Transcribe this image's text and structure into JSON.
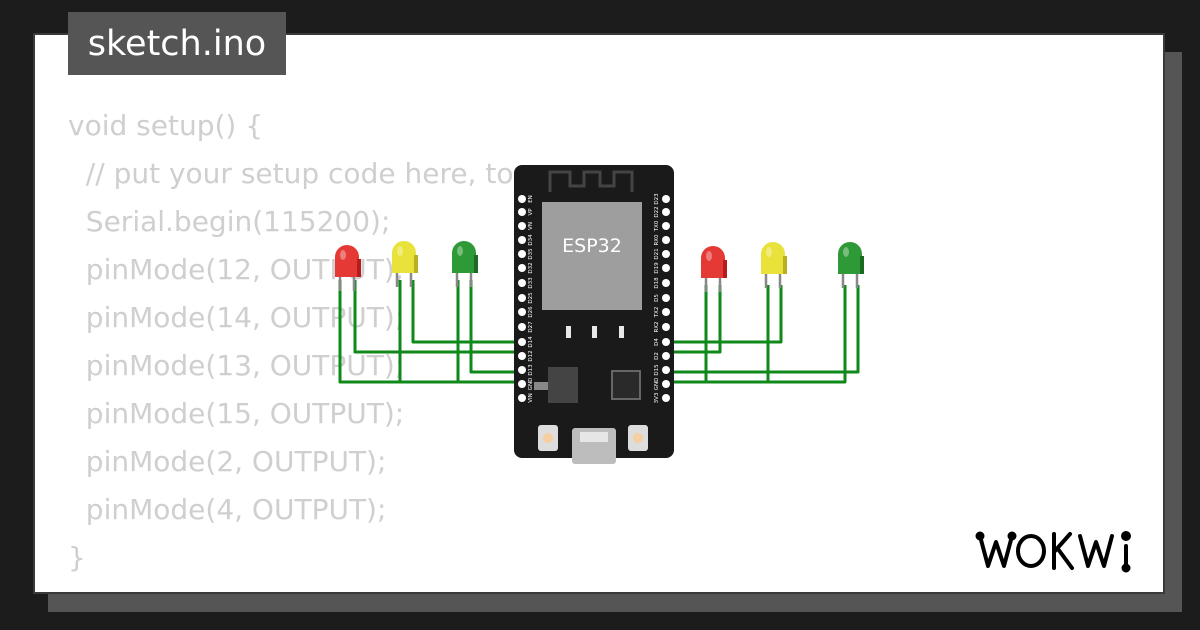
{
  "file": {
    "name": "sketch.ino"
  },
  "code": {
    "lines": [
      "void setup() {",
      "  // put your setup code here, to run once:",
      "  Serial.begin(115200);",
      "  pinMode(12, OUTPUT);",
      "  pinMode(14, OUTPUT);",
      "  pinMode(13, OUTPUT);",
      "  pinMode(15, OUTPUT);",
      "  pinMode(2, OUTPUT);",
      "  pinMode(4, OUTPUT);",
      "}"
    ]
  },
  "board": {
    "chip_label": "ESP32",
    "left_pins": [
      "EN",
      "VP",
      "VN",
      "D34",
      "D35",
      "D32",
      "D33",
      "D25",
      "D26",
      "D27",
      "D14",
      "D12",
      "D13",
      "GND",
      "VIN"
    ],
    "right_pins": [
      "D23",
      "D22",
      "TX0",
      "RX0",
      "D21",
      "D19",
      "D18",
      "D5",
      "TX2",
      "RX2",
      "D4",
      "D2",
      "D15",
      "GND",
      "3V3"
    ]
  },
  "leds": [
    {
      "color": "red"
    },
    {
      "color": "yellow"
    },
    {
      "color": "green"
    },
    {
      "color": "red"
    },
    {
      "color": "yellow"
    },
    {
      "color": "green"
    }
  ],
  "colors": {
    "led_red": "#e53935",
    "led_yellow": "#e8e23a",
    "led_green": "#2e9a37",
    "wire": "#0f8a1a",
    "board": "#1a1a1a",
    "chip": "#9e9e9e"
  },
  "brand": {
    "logo_text": "WOKWI",
    "logo_icon": "wokwi-logo"
  }
}
